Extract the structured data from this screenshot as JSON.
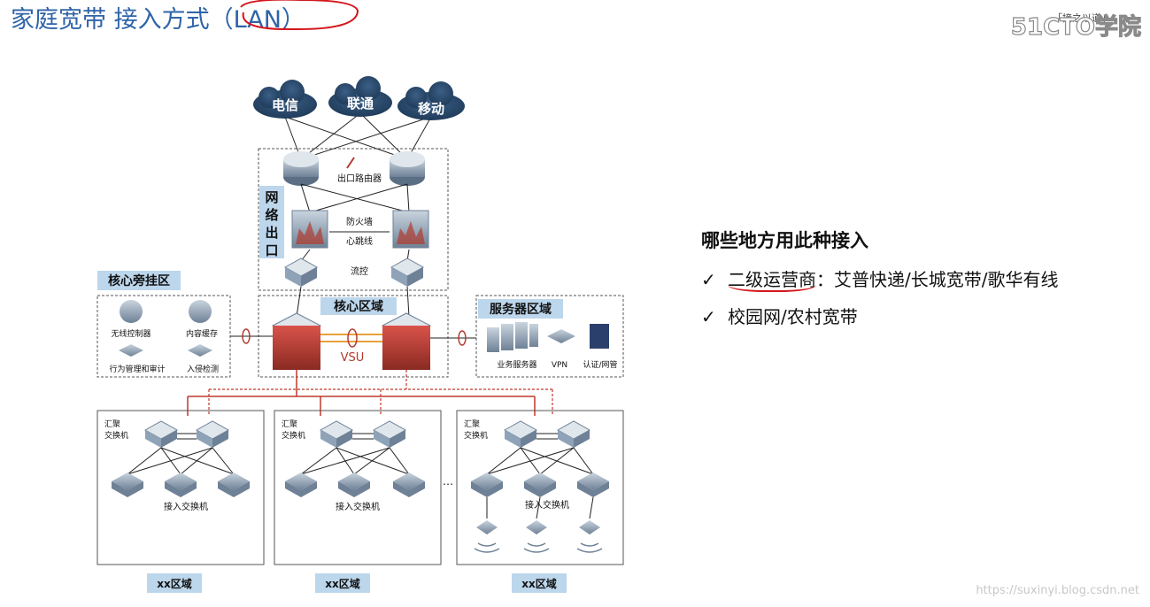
{
  "slide": {
    "title": "家庭宽带 接入方式（LAN）",
    "brand": "51CTO学院",
    "brand_tagline": "「接之以道」",
    "watermark": "https://suxinyi.blog.csdn.net"
  },
  "diagram": {
    "isps": [
      "电信",
      "联通",
      "移动"
    ],
    "exit_area_label": "网络出口",
    "exit_router_label": "出口路由器",
    "firewall_label": "防火墙",
    "heartbeat_label": "心跳线",
    "flow_control_label": "流控",
    "core_area_label": "核心区域",
    "vsu_label": "VSU",
    "bypass_area": {
      "label": "核心旁挂区",
      "items": [
        "无线控制器",
        "内容缓存",
        "行为管理和审计",
        "入侵检测"
      ]
    },
    "server_area": {
      "label": "服务器区域",
      "items": [
        "业务服务器",
        "VPN",
        "认证/网管"
      ]
    },
    "aggregation_label": "汇聚交换机",
    "access_label": "接入交换机",
    "zone_label": "xx区域",
    "ellipsis": "…"
  },
  "sidebar": {
    "heading": "哪些地方用此种接入",
    "items": [
      {
        "check": "✓",
        "highlight": "二级运营商",
        "rest": "：艾普快递/长城宽带/歌华有线"
      },
      {
        "check": "✓",
        "highlight": "",
        "rest": "校园网/农村宽带"
      }
    ]
  },
  "colors": {
    "title": "#2f64a8",
    "label_box": "#bcd6ec",
    "red_link": "#c0392b",
    "device": "#8fa3b8",
    "firewall_red": "#b23a2e"
  }
}
